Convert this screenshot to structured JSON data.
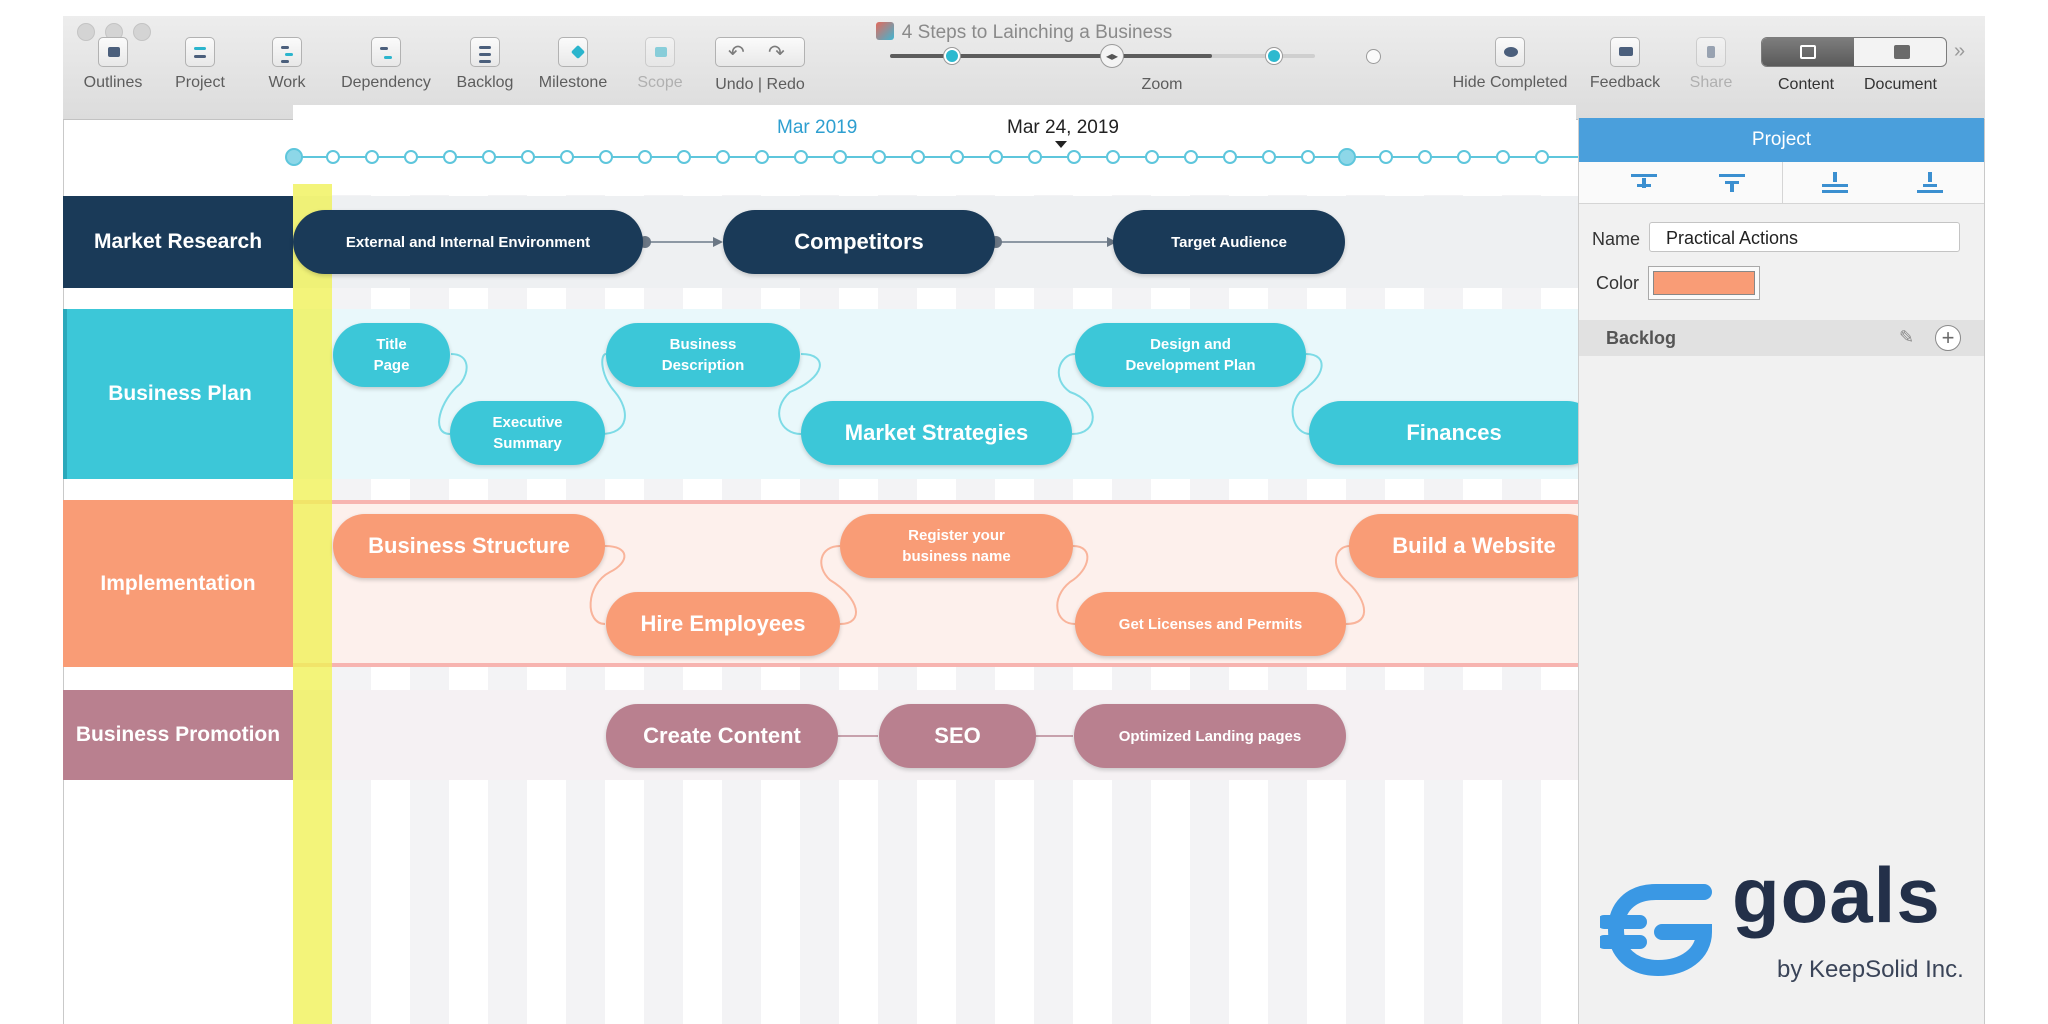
{
  "window": {
    "title": "4 Steps to Lainching a Business"
  },
  "toolbar": {
    "outlines": "Outlines",
    "project": "Project",
    "work": "Work",
    "dependency": "Dependency",
    "backlog": "Backlog",
    "milestone": "Milestone",
    "scope": "Scope",
    "undo_redo": "Undo | Redo",
    "zoom": "Zoom",
    "hide_completed": "Hide Completed",
    "feedback": "Feedback",
    "share": "Share",
    "content": "Content",
    "document": "Document"
  },
  "timeline": {
    "month": "Mar 2019",
    "current_date": "Mar 24, 2019"
  },
  "lanes": [
    {
      "label": "Market Research",
      "color": "#1a3a58"
    },
    {
      "label": "Business Plan",
      "color": "#3cc7d8"
    },
    {
      "label": "Implementation",
      "color": "#f99c76"
    },
    {
      "label": "Business Promotion",
      "color": "#b9808f"
    }
  ],
  "tasks": {
    "t1": "External and Internal Environment",
    "t2": "Competitors",
    "t3": "Target Audience",
    "t4": "Title\nPage",
    "t5": "Executive\nSummary",
    "t6": "Business\nDescription",
    "t7": "Market Strategies",
    "t8": "Design and\nDevelopment Plan",
    "t9": "Finances",
    "t10": "Business Structure",
    "t11": "Hire Employees",
    "t12": "Register your\nbusiness name",
    "t13": "Get Licenses and Permits",
    "t14": "Build a Website",
    "t15": "Create Content",
    "t16": "SEO",
    "t17": "Optimized Landing pages"
  },
  "panel": {
    "header": "Project",
    "name_label": "Name",
    "name_value": "Practical Actions",
    "color_label": "Color",
    "color_value": "#f99c76",
    "backlog_label": "Backlog"
  },
  "logo": {
    "word": "goals",
    "byline": "by KeepSolid Inc."
  }
}
